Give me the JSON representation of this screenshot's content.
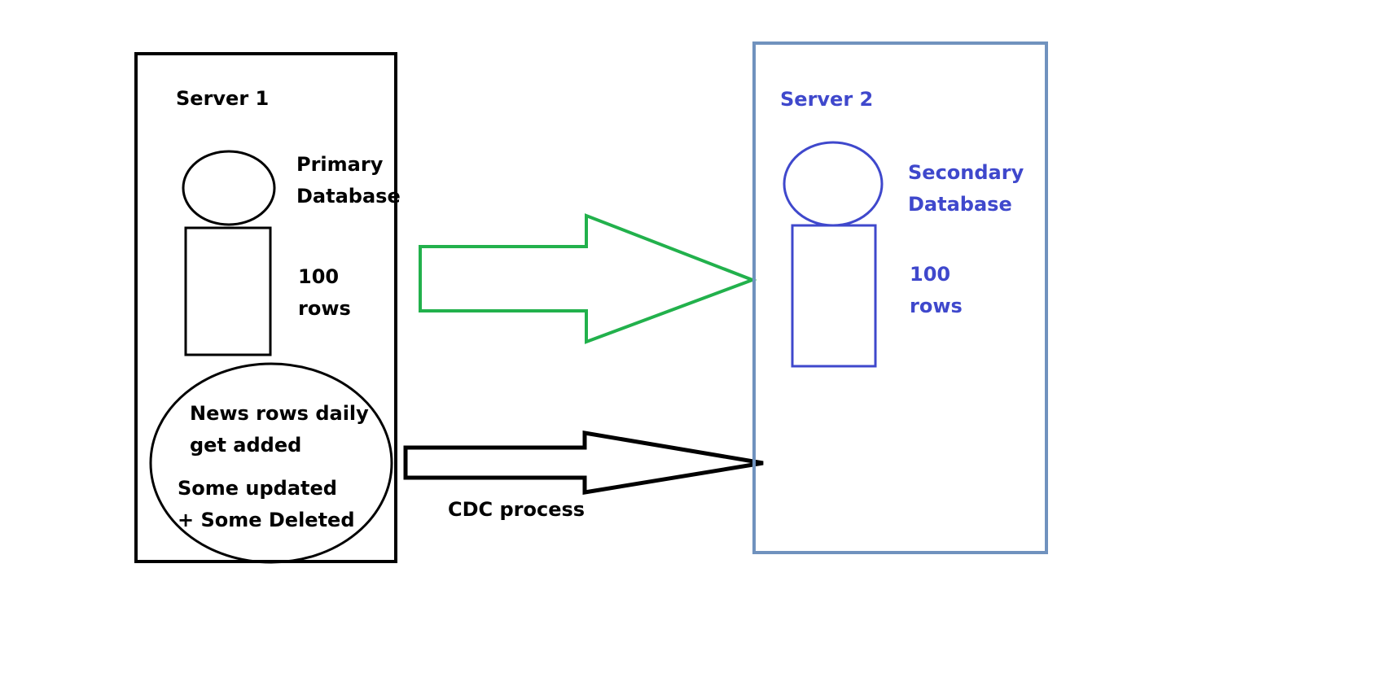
{
  "colors": {
    "black": "#000000",
    "green": "#22b14c",
    "server2_border": "#7092be",
    "blue_text": "#3f48cc"
  },
  "server1": {
    "title": "Server 1",
    "db_label_line1": "Primary",
    "db_label_line2": "Database",
    "rows_count": "100",
    "rows_word": "rows",
    "changes_line1": "News rows daily",
    "changes_line2": "get added",
    "changes_line3": "Some updated",
    "changes_line4": "+ Some Deleted"
  },
  "server2": {
    "title": "Server 2",
    "db_label_line1": "Secondary",
    "db_label_line2": "Database",
    "rows_count": "100",
    "rows_word": "rows"
  },
  "cdc": {
    "label": "CDC process"
  }
}
